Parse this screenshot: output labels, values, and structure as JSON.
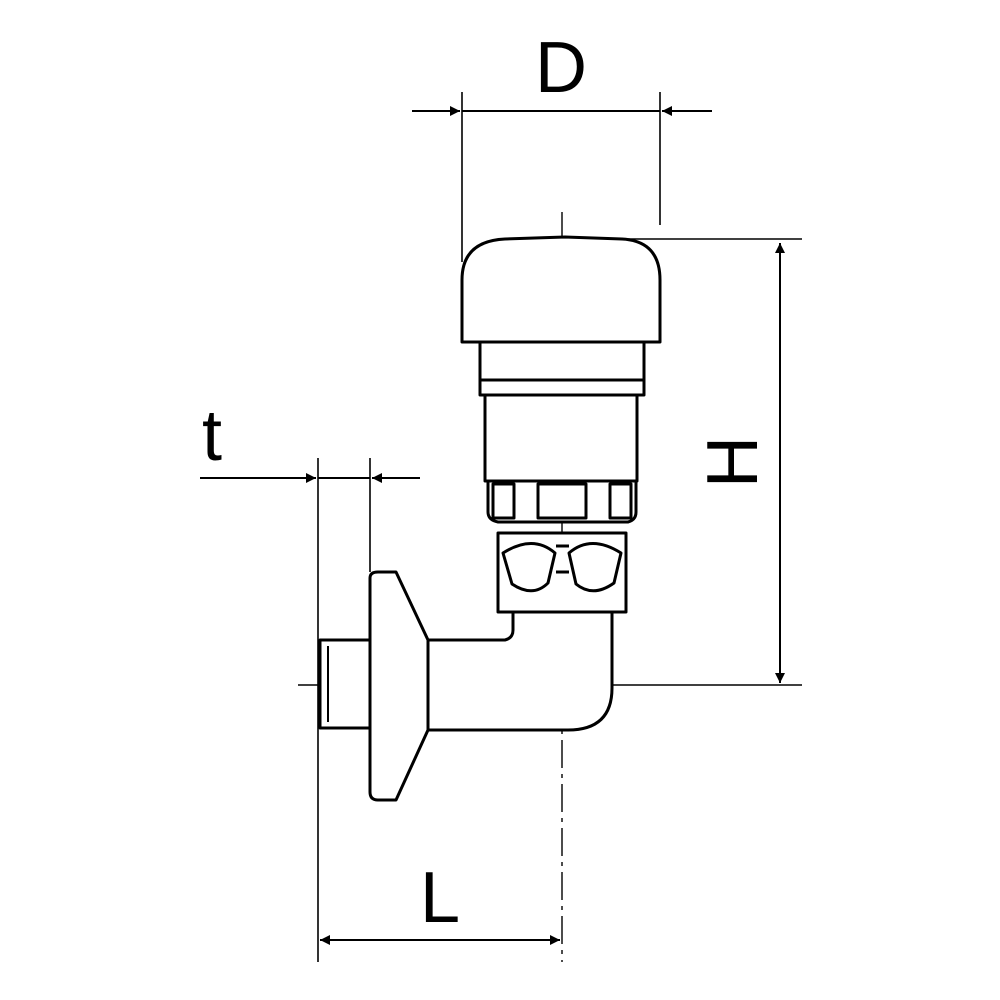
{
  "drawing": {
    "labels": {
      "d": "D",
      "h": "H",
      "t": "t",
      "l": "L"
    },
    "line_color": "#000000",
    "background": "#ffffff"
  }
}
